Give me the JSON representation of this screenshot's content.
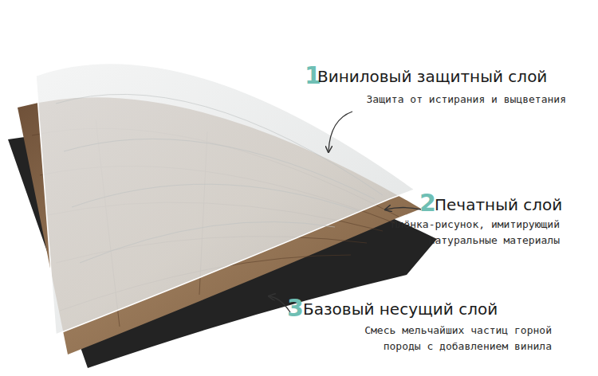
{
  "diagram": {
    "labels": [
      "1",
      "Виниловый защитный слой",
      "Защита от истирания и выцветания",
      "2",
      "Печатный слой",
      "Плёнка-рисунок, имитирующий натуральные материалы",
      "3",
      "Базовый несущий слой",
      "Смесь мельчайших частиц горной породы с добавлением винила"
    ]
  }
}
